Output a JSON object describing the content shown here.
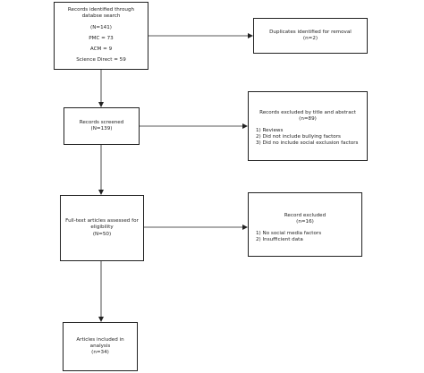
{
  "identification": {
    "title": "Records identified through databse search",
    "n": "(N=141)",
    "pmc": "PMC = 73",
    "acm": "ACM = 9",
    "science_direct": "Science Direct = 59"
  },
  "duplicates": {
    "title": "Duplicates identified for removal",
    "n": "(n=2)"
  },
  "screened": {
    "title": "Records screened",
    "n": "(N=139)"
  },
  "excluded_title_abstract": {
    "title": "Records excluded by title and abstract",
    "n": "(n=89)",
    "reasons": [
      "1) Reviews",
      "2) Did not include bullying factors",
      "3) Did no include social exclusion factors"
    ]
  },
  "full_text": {
    "title": "Full-text articles assessed for eligibility",
    "n": "(N=50)"
  },
  "excluded_full_text": {
    "title": "Record excluded",
    "n": "(n=16)",
    "reasons": [
      "1) No social media factors",
      "2) Insufficient data"
    ]
  },
  "included": {
    "title": "Articles included in analysis",
    "n": "(n=34)"
  },
  "colors": {
    "stroke": "#222222",
    "background": "#ffffff"
  }
}
